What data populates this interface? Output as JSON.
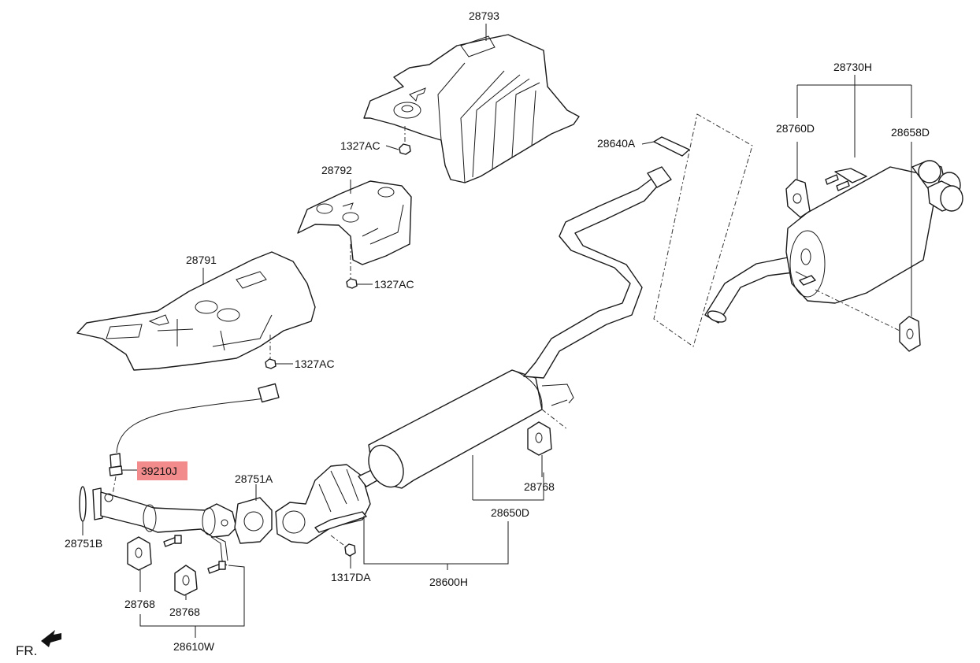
{
  "labels": {
    "p28793": "28793",
    "p1327ac_a": "1327AC",
    "p28792": "28792",
    "p1327ac_b": "1327AC",
    "p28791": "28791",
    "p1327ac_c": "1327AC",
    "p28640a": "28640A",
    "p28730h": "28730H",
    "p28760d": "28760D",
    "p28658d": "28658D",
    "p39210j": "39210J",
    "p28751a": "28751A",
    "p28751b": "28751B",
    "p28768_a": "28768",
    "p28768_b": "28768",
    "p28768_c": "28768",
    "p28650d": "28650D",
    "p1317da": "1317DA",
    "p28600h": "28600H",
    "p28610w": "28610W"
  },
  "orientation": {
    "label": "FR."
  },
  "highlight": {
    "part": "39210J",
    "color": "#f28b8b"
  }
}
